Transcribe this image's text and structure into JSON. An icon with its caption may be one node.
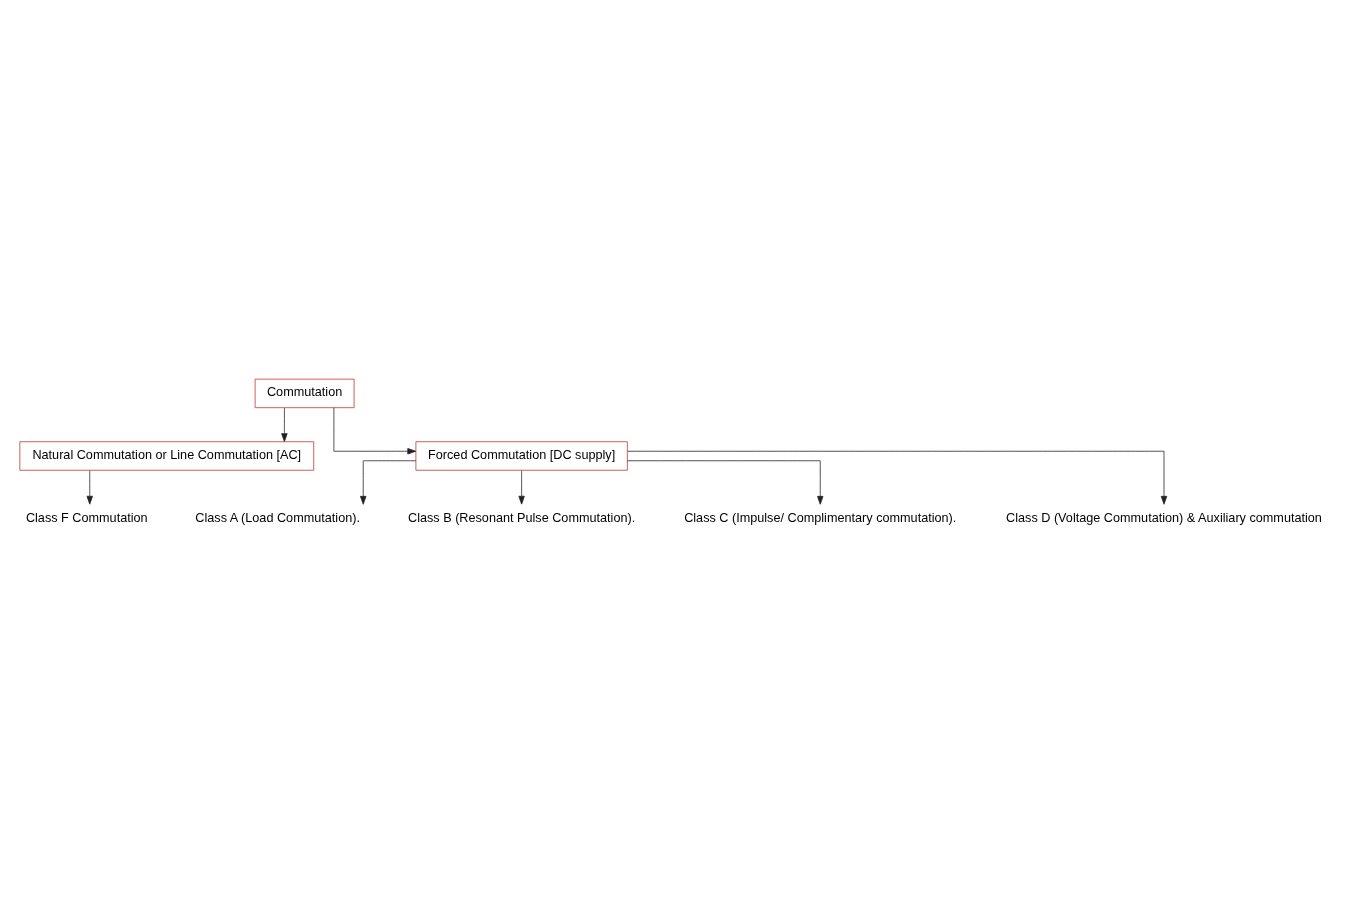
{
  "diagram": {
    "nodes": [
      {
        "text": [
          "Commutation"
        ]
      },
      {
        "text": [
          "Natural Commutation or Line Commutation [AC]"
        ]
      },
      {
        "text": [
          "Forced Commutation [DC supply]"
        ]
      },
      {
        "text": [
          "Class F Commutation"
        ]
      },
      {
        "text": [
          "Class A (Load Commutation)."
        ]
      },
      {
        "text": [
          "Class B (Resonant Pulse Commutation)."
        ]
      },
      {
        "text": [
          "Class C (Impulse/ Complimentary commutation)."
        ]
      },
      {
        "text": [
          "Class D (Voltage Commutation) & Auxiliary commutation"
        ]
      }
    ],
    "edges": [
      {
        "from": 0,
        "to": 1,
        "arrow": "to"
      },
      {
        "from": 0,
        "to": 2,
        "arrow": "to"
      },
      {
        "from": 1,
        "to": 3,
        "arrow": "to"
      },
      {
        "from": 2,
        "to": 4,
        "arrow": "to"
      },
      {
        "from": 2,
        "to": 5,
        "arrow": "to"
      },
      {
        "from": 2,
        "to": 6,
        "arrow": "to"
      },
      {
        "from": 2,
        "to": 7,
        "arrow": "to"
      }
    ]
  }
}
